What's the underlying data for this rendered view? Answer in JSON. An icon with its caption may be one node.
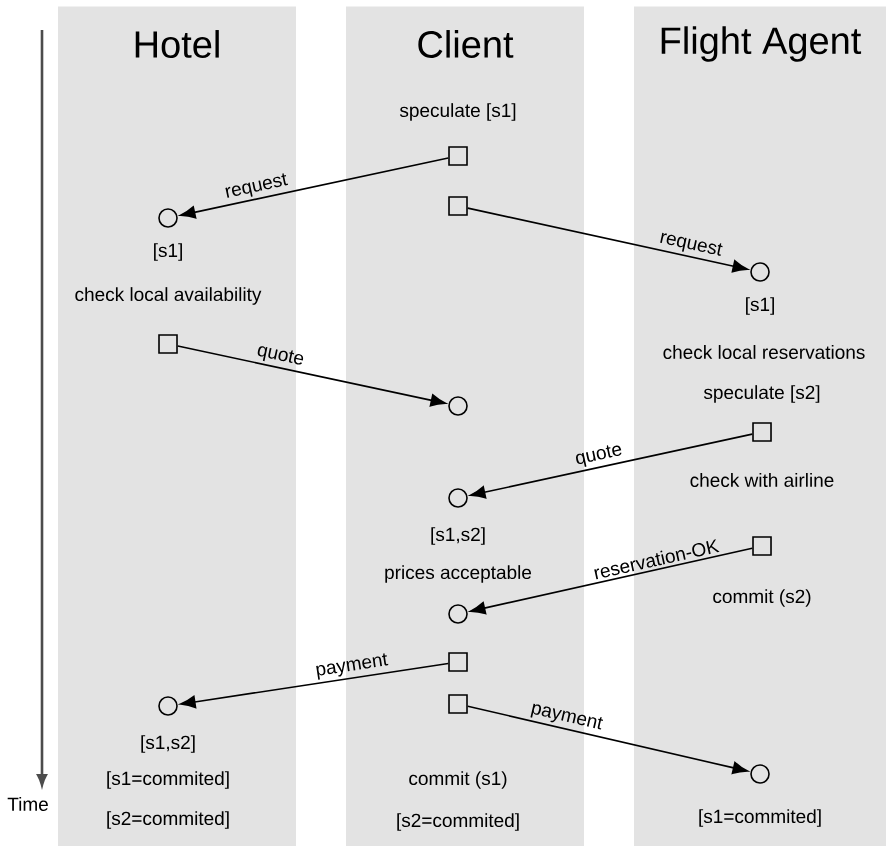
{
  "diagram": {
    "nodes": [
      {
        "text": [
          "Hotel"
        ]
      },
      {
        "text": [
          "Client"
        ]
      },
      {
        "text": [
          "Flight Agent"
        ]
      },
      {
        "text": [],
        "shape": "box",
        "in": 1,
        "beside": [
          "speculate [s1]"
        ]
      },
      {
        "text": [],
        "shape": "box",
        "in": 1
      },
      {
        "text": [],
        "shape": "circle",
        "in": 0,
        "beside": [
          "[s1]",
          "check local availability"
        ]
      },
      {
        "text": [],
        "shape": "circle",
        "in": 2,
        "beside": [
          "[s1]",
          "check local reservations"
        ]
      },
      {
        "text": [],
        "shape": "box",
        "in": 0
      },
      {
        "text": [],
        "shape": "circle",
        "in": 1
      },
      {
        "text": [],
        "shape": "box",
        "in": 2,
        "beside": [
          "speculate [s2]",
          "check with airline"
        ]
      },
      {
        "text": [],
        "shape": "circle",
        "in": 1,
        "beside": [
          "[s1,s2]",
          "prices acceptable"
        ]
      },
      {
        "text": [],
        "shape": "box",
        "in": 2,
        "beside": [
          "commit (s2)"
        ]
      },
      {
        "text": [],
        "shape": "circle",
        "in": 1
      },
      {
        "text": [],
        "shape": "box",
        "in": 1
      },
      {
        "text": [],
        "shape": "box",
        "in": 1,
        "beside": [
          "commit (s1)",
          "[s2=commited]"
        ]
      },
      {
        "text": [],
        "shape": "circle",
        "in": 0,
        "beside": [
          "[s1,s2]",
          "[s1=commited]",
          "[s2=commited]"
        ]
      },
      {
        "text": [],
        "shape": "circle",
        "in": 2,
        "beside": [
          "[s1=commited]"
        ]
      }
    ],
    "edges": [
      {
        "from": 3,
        "to": 5,
        "arrow": "to",
        "label": "request"
      },
      {
        "from": 4,
        "to": 6,
        "arrow": "to",
        "label": "request"
      },
      {
        "from": 7,
        "to": 8,
        "arrow": "to",
        "label": "quote"
      },
      {
        "from": 9,
        "to": 10,
        "arrow": "to",
        "label": "quote"
      },
      {
        "from": 11,
        "to": 12,
        "arrow": "to",
        "label": "reservation-OK"
      },
      {
        "from": 13,
        "to": 15,
        "arrow": "to",
        "label": "payment"
      },
      {
        "from": 14,
        "to": 16,
        "arrow": "to",
        "label": "payment"
      }
    ],
    "labels": [
      "Time"
    ]
  }
}
